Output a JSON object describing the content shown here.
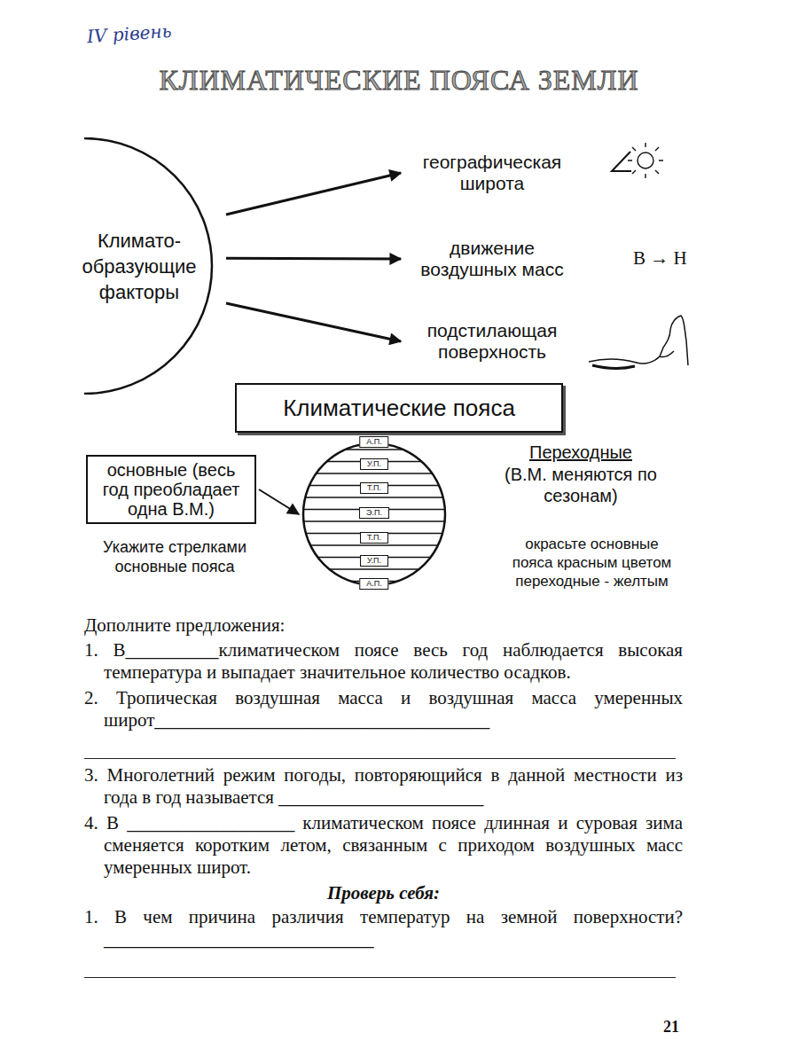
{
  "diagram": {
    "title": "КЛИМАТИЧЕСКИЕ ПОЯСА ЗЕМЛИ",
    "nodes": [
      {
        "text": [
          "Климато- образующие факторы"
        ]
      },
      {
        "text": [
          "географическая широта"
        ]
      },
      {
        "text": [
          "движение воздушных масс"
        ]
      },
      {
        "text": [
          "подстилающая поверхность"
        ]
      },
      {
        "text": [
          "Климатические пояса"
        ]
      },
      {
        "text": [
          "основные (весь год преобладает одна В.М.)"
        ]
      },
      {
        "text": [
          "А.П.",
          "У.П.",
          "Т.П.",
          "Э.П.",
          "Т.П.",
          "У.П.",
          "А.П."
        ]
      }
    ],
    "edges": [
      {
        "from": 0,
        "to": 1,
        "arrow": "to"
      },
      {
        "from": 0,
        "to": 2,
        "arrow": "to"
      },
      {
        "from": 0,
        "to": 3,
        "arrow": "to"
      },
      {
        "from": 5,
        "to": 6,
        "arrow": "to"
      }
    ],
    "labels": [
      "IV рівень",
      "В → Н",
      "Укажите стрелками основные пояса",
      "Переходные",
      "(В.М. меняются по сезонам)",
      "окрасьте основные пояса красным цветом переходные - желтым",
      "Дополните предложения:",
      "1. В__________климатическом поясе весь год наблюдается высокая температура и выпадает значительное количество осадков.",
      "2. Тропическая воздушная масса и воздушная масса умеренных широт____________________________________",
      "3. Многолетний режим погоды, повторяющийся в данной местности из года в год называется ______________________",
      "4. В __________________ климатическом поясе длинная и суровая зима сменяется коротким летом, связанным с приходом воздушных масс умеренных широт.",
      "Проверь себя:",
      "1. В чем причина различия температур на земной поверхности?_____________________________",
      "21"
    ]
  }
}
